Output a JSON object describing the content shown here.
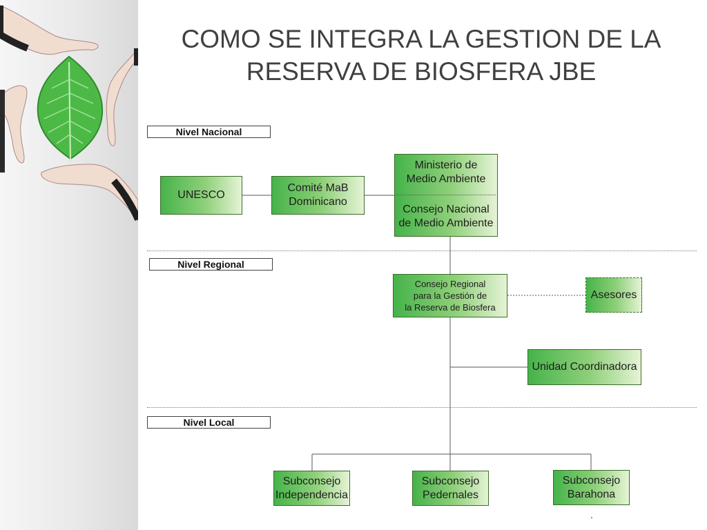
{
  "title": {
    "line1": "COMO SE INTEGRA LA GESTION DE LA",
    "line2": "RESERVA DE BIOSFERA JBE"
  },
  "levels": {
    "national": "Nivel Nacional",
    "regional": "Nivel Regional",
    "local": "Nivel Local"
  },
  "nodes": {
    "unesco": "UNESCO",
    "comite": {
      "line1": "Comité MaB",
      "line2": "Dominicano"
    },
    "ministerio": {
      "top1": "Ministerio de",
      "top2": "Medio Ambiente",
      "bottom1": "Consejo Nacional",
      "bottom2": "de Medio Ambiente"
    },
    "consejo_regional": {
      "line1": "Consejo Regional",
      "line2": "para la Gestión de",
      "line3": "la Reserva de Biosfera"
    },
    "asesores": "Asesores",
    "unidad": "Unidad Coordinadora",
    "sub_independencia": {
      "line1": "Subconsejo",
      "line2": "Independencia"
    },
    "sub_pedernales": {
      "line1": "Subconsejo",
      "line2": "Pedernales"
    },
    "sub_barahona": {
      "line1": "Subconsejo",
      "line2": "Barahona"
    }
  },
  "footnote_dot": ".",
  "colors": {
    "node_green_dark": "#46b34a",
    "node_green_light": "#e6f3d6",
    "node_border": "#3b6b2a",
    "title": "#404040"
  },
  "decor": {
    "side_art": "leaf-in-hands"
  }
}
